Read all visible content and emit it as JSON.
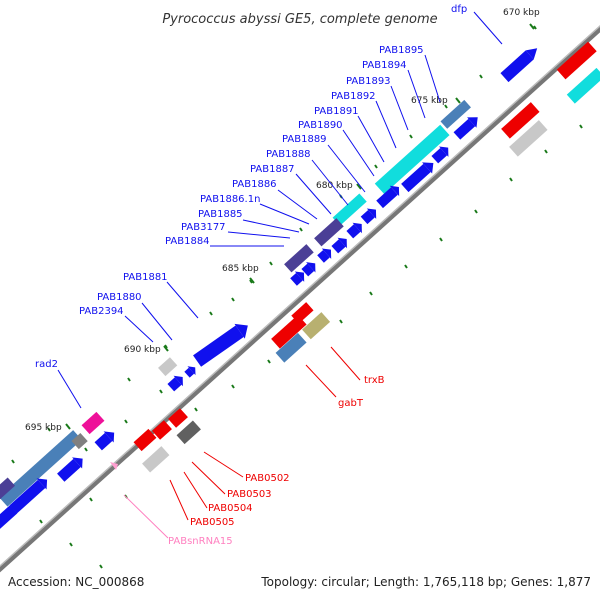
{
  "title": "Pyrococcus abyssi GE5, complete genome",
  "footer": {
    "accession": "Accession: NC_000868",
    "summary": "Topology: circular; Length: 1,765,118 bp; Genes: 1,877"
  },
  "colors": {
    "blue_gene": "#1010ee",
    "red_gene": "#ee0000",
    "cyan_gene": "#11dddd",
    "slate_gene": "#4a80b8",
    "indigo_gene": "#4b3f96",
    "grey_gene": "#808080",
    "light_grey_gene": "#c8c8c8",
    "olive_gene": "#b8b070",
    "magenta_gene": "#ee1199",
    "pink_label": "#ff80c0",
    "tick_green": "#1a7a1a"
  },
  "kbp_ticks": [
    "670 kbp",
    "675 kbp",
    "680 kbp",
    "685 kbp",
    "690 kbp",
    "695 kbp"
  ],
  "labels_blue": [
    "dfp",
    "PAB1895",
    "PAB1894",
    "PAB1893",
    "PAB1892",
    "PAB1891",
    "PAB1890",
    "PAB1889",
    "PAB1888",
    "PAB1887",
    "PAB1886",
    "PAB1886.1n",
    "PAB1885",
    "PAB3177",
    "PAB1884",
    "PAB1881",
    "PAB1880",
    "PAB2394",
    "rad2"
  ],
  "labels_red": [
    "trxB",
    "gabT",
    "PAB0502",
    "PAB0503",
    "PAB0504",
    "PAB0505"
  ],
  "labels_pink": [
    "PABsnRNA15"
  ]
}
